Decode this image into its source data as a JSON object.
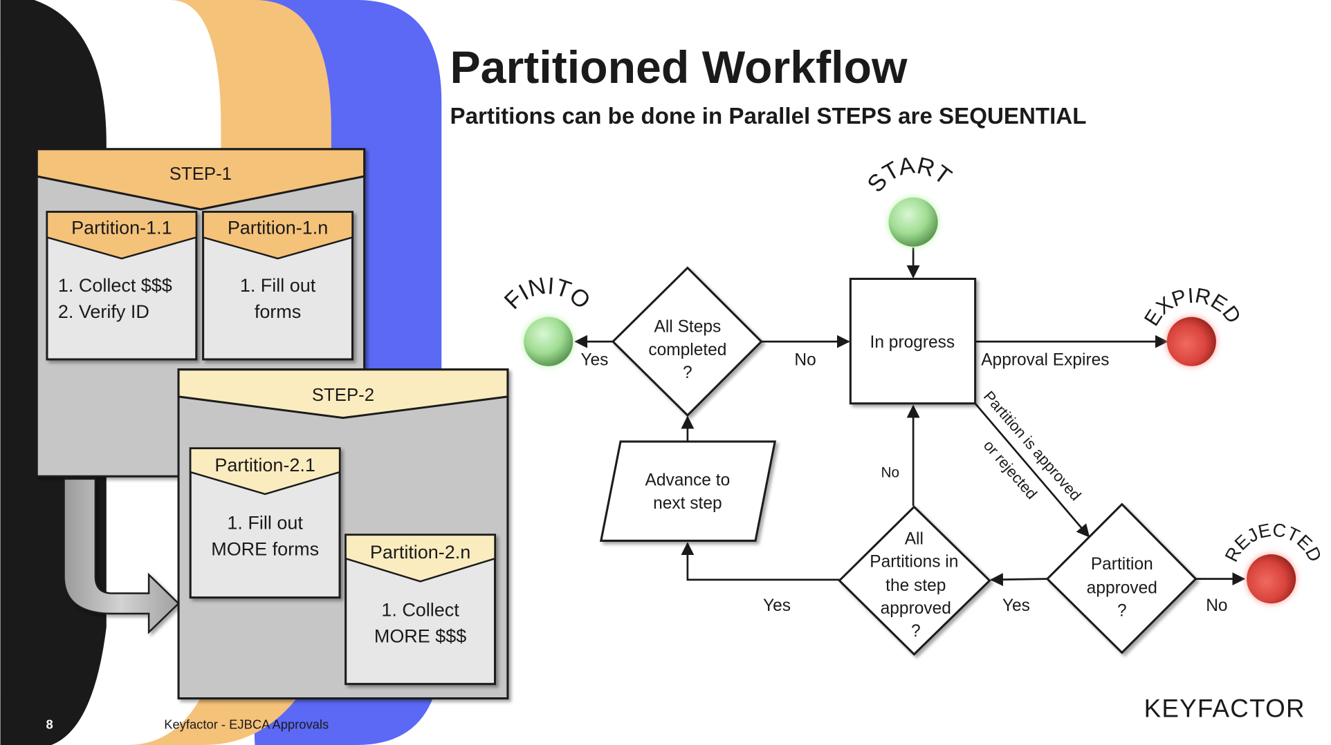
{
  "slide": {
    "title": "Partitioned Workflow",
    "subtitle": "Partitions can be done in Parallel STEPS are SEQUENTIAL",
    "page_number": "8",
    "footer": "Keyfactor - EJBCA Approvals",
    "logo": "KEYFACTOR",
    "colors": {
      "black_band": "#1a1a1a",
      "orange_band": "#f5c27a",
      "blue_band": "#5b69f5",
      "step1_header": "#f5c27a",
      "step2_header": "#fbecc0",
      "box_gray": "#c6c6c6",
      "partition_body": "#e7e7e7",
      "green_state": "#9fe59a",
      "red_state": "#e0473f"
    }
  },
  "steps": [
    {
      "label": "STEP-1",
      "partitions": [
        {
          "label": "Partition-1.1",
          "lines": [
            "1. Collect $$$",
            "2. Verify ID"
          ]
        },
        {
          "label": "Partition-1.n",
          "lines": [
            "1. Fill out",
            "forms"
          ]
        }
      ]
    },
    {
      "label": "STEP-2",
      "partitions": [
        {
          "label": "Partition-2.1",
          "lines": [
            "1. Fill out",
            "MORE forms"
          ]
        },
        {
          "label": "Partition-2.n",
          "lines": [
            "1. Collect",
            "MORE $$$"
          ]
        }
      ]
    }
  ],
  "flowchart": {
    "states": {
      "start": "START",
      "finito": "FINITO",
      "expired": "EXPIRED",
      "rejected": "REJECTED"
    },
    "nodes": {
      "in_progress": "In progress",
      "all_steps": [
        "All Steps",
        "completed",
        "?"
      ],
      "advance": [
        "Advance to",
        "next step"
      ],
      "all_partitions": [
        "All",
        "Partitions in",
        "the step",
        "approved",
        "?"
      ],
      "partition_approved": [
        "Partition",
        "approved",
        "?"
      ]
    },
    "edges": {
      "all_steps_yes": "Yes",
      "all_steps_no": "No",
      "approval_expires": "Approval Expires",
      "partition_decided_1": "Partition is approved",
      "partition_decided_2": "or rejected",
      "all_partitions_no": "No",
      "all_partitions_yes": "Yes",
      "partition_yes": "Yes",
      "partition_no": "No"
    }
  }
}
